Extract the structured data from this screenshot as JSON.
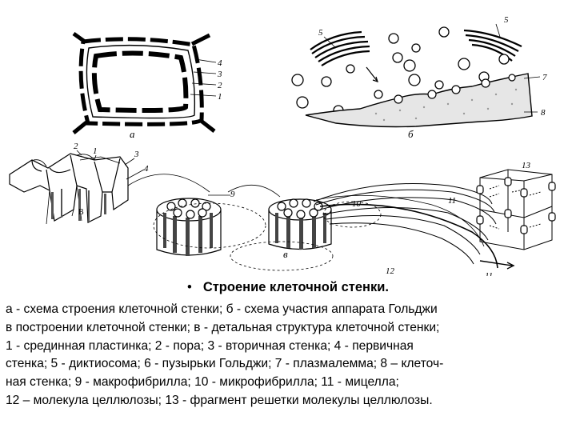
{
  "labels": {
    "a": "а",
    "b": "б",
    "v": "в",
    "n1": "1",
    "n2": "2",
    "n3": "3",
    "n4": "4",
    "n5": "5",
    "n7": "7",
    "n8": "8",
    "n9": "9",
    "n10": "10",
    "n11": "11",
    "n12": "12",
    "n13": "13",
    "B": "В"
  },
  "caption": {
    "bullet": "•",
    "title": "Строение клеточной стенки.",
    "lines": [
      "а - схема строения клеточной стенки; б - схема участия аппарата Гольджи",
      "в построении клеточной стенки; в - детальная структура клеточной стенки;",
      "1 - срединная пластинка; 2 - пора; 3 - вторичная стенка; 4 - первичная",
      "стенка; 5 - диктиосома; 6 - пузырьки Гольджи; 7 - плазмалемма; 8 – клеточ-",
      "ная стенка; 9 - макрофибрилла; 10 - микрофибрилла; 11 - мицелла;",
      "12 – молекула целлюлозы; 13 - фрагмент решетки молекулы целлюлозы."
    ]
  }
}
